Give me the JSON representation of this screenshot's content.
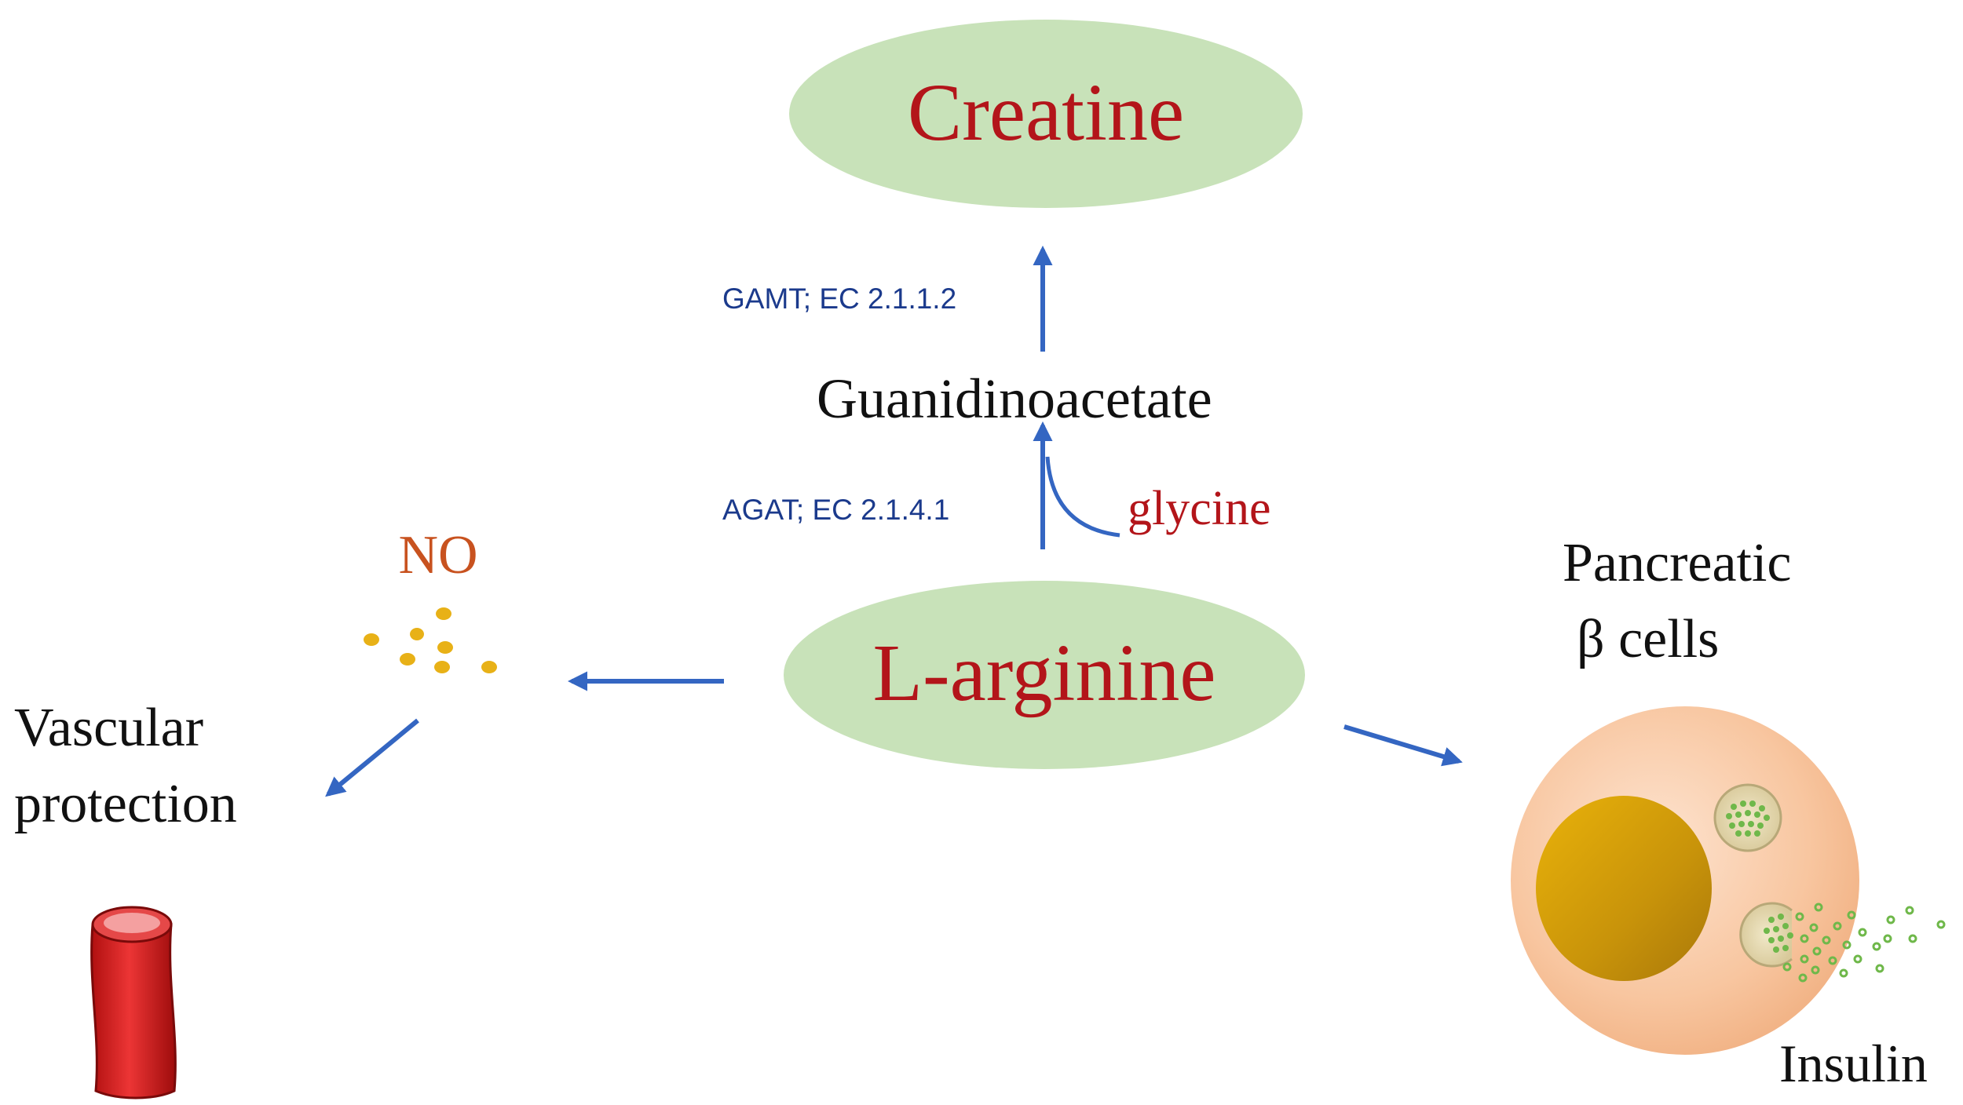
{
  "nodes": {
    "creatine": "Creatine",
    "guanidinoacetate": "Guanidinoacetate",
    "l_arginine": "L-arginine",
    "glycine": "glycine",
    "no": "NO",
    "vascular_line1": "Vascular",
    "vascular_line2": "protection",
    "pancreatic_line1": "Pancreatic",
    "pancreatic_line2": "β cells",
    "insulin": "Insulin"
  },
  "enzymes": {
    "gamt": "GAMT; EC 2.1.1.2",
    "agat": "AGAT; EC 2.1.4.1"
  },
  "colors": {
    "ellipse_fill": "#c8e2b9",
    "title_red": "#b3151a",
    "no_orange": "#c8521f",
    "enzyme_blue": "#1b3a8c",
    "arrow_blue": "#3466c2"
  }
}
